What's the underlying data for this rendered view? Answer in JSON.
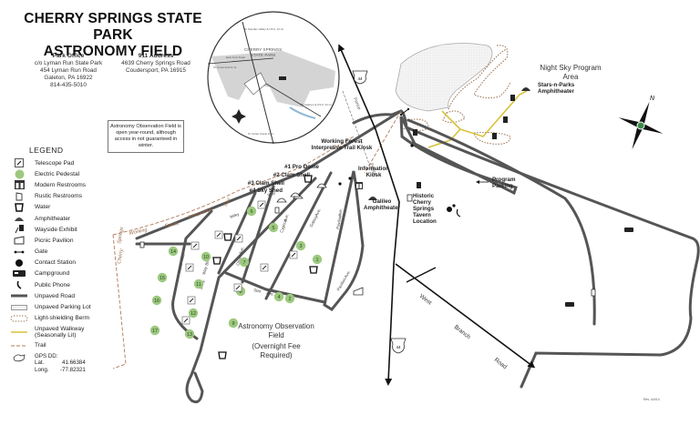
{
  "header": {
    "title_line1": "CHERRY SPRINGS STATE PARK",
    "title_line2": "ASTRONOMY FIELD"
  },
  "park_office": {
    "heading": "Park Office",
    "lines": [
      "c/o Lyman Run State Park",
      "454 Lyman Run Road",
      "Galeton, PA 16922",
      "814-435-5010"
    ]
  },
  "address_911": {
    "heading": "911 Address",
    "lines": [
      "4639 Cherry Springs Road",
      "Coudersport, PA 16915"
    ]
  },
  "notice": "Astronomy Observation Field is open year-round, although access in not guaranteed in winter.",
  "inset_map": {
    "park_label_line1": "CHERRY SPRINGS",
    "park_label_line2": "STATE PARK",
    "to_sweden_valley": "To Sweden Valley & US 6, 12 mi.",
    "to_cross_fork": "To Cross Fork 6 mi.",
    "east_fork_road": "East Fork Road",
    "to_galeton": "To Galeton & US 6, 12 mi.",
    "to_carter_camp": "To Carter Camp 8 mi.",
    "road_label": "West Branch Rd"
  },
  "legend": {
    "heading": "LEGEND",
    "items": [
      {
        "icon": "telescope-pad-icon",
        "label": "Telescope Pad"
      },
      {
        "icon": "electric-pedestal-icon",
        "label": "Electric Pedestal"
      },
      {
        "icon": "modern-restrooms-icon",
        "label": "Modern Restrooms"
      },
      {
        "icon": "rustic-restrooms-icon",
        "label": "Rustic Restrooms"
      },
      {
        "icon": "water-icon",
        "label": "Water"
      },
      {
        "icon": "amphitheater-icon",
        "label": "Amphitheater"
      },
      {
        "icon": "wayside-exhibit-icon",
        "label": "Wayside Exhibit"
      },
      {
        "icon": "picnic-pavilion-icon",
        "label": "Picnic Pavilion"
      },
      {
        "icon": "gate-icon",
        "label": "Gate"
      },
      {
        "icon": "contact-station-icon",
        "label": "Contact Station"
      },
      {
        "icon": "campground-icon",
        "label": "Campground"
      },
      {
        "icon": "public-phone-icon",
        "label": "Public Phone"
      },
      {
        "icon": "unpaved-road-icon",
        "label": "Unpaved Road"
      },
      {
        "icon": "unpaved-parking-lot-icon",
        "label": "Unpaved Parking Lot"
      },
      {
        "icon": "light-shielding-berm-icon",
        "label": "Light-shielding Berm"
      },
      {
        "icon": "unpaved-walkway-icon",
        "label": "Unpaved Walkway (Seasonally Lit)"
      },
      {
        "icon": "trail-icon",
        "label": "Trail"
      }
    ],
    "gps": {
      "heading": "GPS DD:",
      "lat_label": "Lat.",
      "lat_value": "41.66384",
      "long_label": "Long.",
      "long_value": "-77.82321"
    }
  },
  "map": {
    "route_shield": "44",
    "fence_label": "Fence",
    "night_sky_area": "Night Sky Program Area",
    "stars_n_parks": "Stars-n-Parks Amphitheater",
    "program_parking": "Program Parking",
    "working_forest_kiosk": "Working Forest Interpretive Trail Kiosk",
    "information_kiosk": "Information Kiosk",
    "galileo_amphitheater": "Galileo Amphitheater",
    "historic_tavern": "Historic Cherry Springs Tavern Location",
    "domes": [
      "#1 Pro Dome",
      "#2 Clam Shell",
      "#3 Clam Shell",
      "#4 Sky Shed"
    ],
    "observation_field": "Astronomy Observation Field",
    "overnight_fee": "(Overnight Fee Required)",
    "west_branch_road": [
      "West",
      "Branch",
      "Road"
    ],
    "trail_words": [
      "Working",
      "Forest",
      "Interpretive",
      "Trail"
    ],
    "cherry_springs_trail": [
      "Cherry",
      "Springs"
    ],
    "streets": [
      "Milky",
      "Way",
      "Blvd.",
      "Nova",
      "Ave.",
      "Orion",
      "Ave.",
      "Cygnus",
      "Ave.",
      "Galaxy",
      "Ave.",
      "Pavilion",
      "Ave.",
      "Star",
      "Ave."
    ],
    "pedestal_numbers": [
      "1",
      "2",
      "3",
      "4",
      "5",
      "6",
      "7",
      "8",
      "9",
      "10",
      "11",
      "12",
      "13",
      "14",
      "15",
      "16",
      "17"
    ],
    "revision": "Rev. 4/4/14"
  },
  "compass": {
    "north_label": "N"
  },
  "colors": {
    "road_gray": "#555555",
    "highway_black": "#111111",
    "pedestal_green": "#9cc97f",
    "walkway_yellow": "#d8c23a",
    "berm_brown": "#a07a5a",
    "trail_brown": "#b07a5a",
    "area_gray": "#e4e4e4"
  }
}
